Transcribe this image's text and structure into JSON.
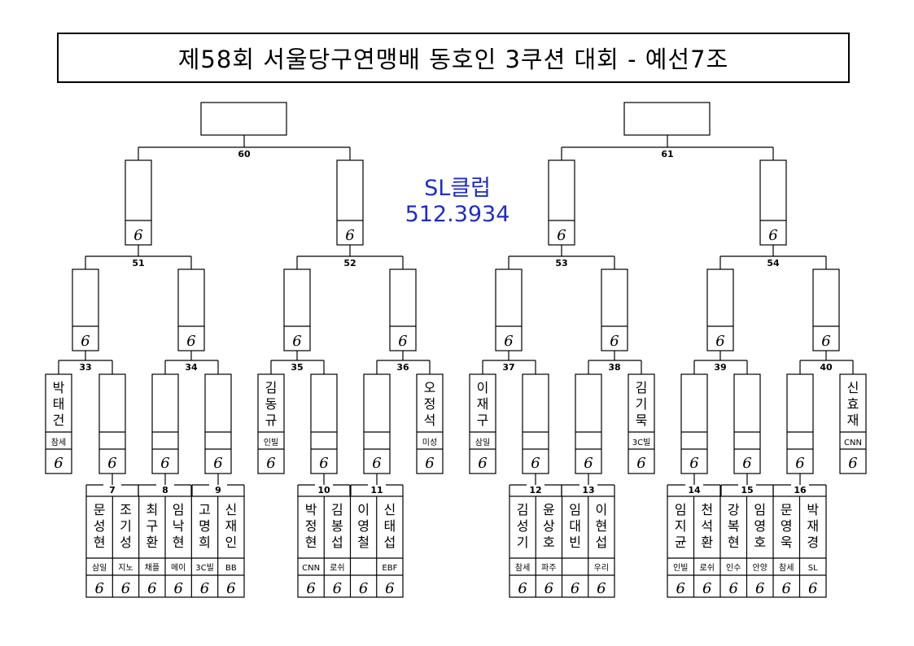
{
  "title": "제58회 서울당구연맹배 동호인 3쿠션 대회 - 예선7조",
  "sponsor": {
    "name": "SL클럽",
    "phone": "512.3934"
  },
  "score_mark": "6",
  "finals": [
    "60",
    "61"
  ],
  "semis": [
    "51",
    "52",
    "53",
    "54"
  ],
  "quarters": [
    "33",
    "34",
    "35",
    "36",
    "37",
    "38",
    "39",
    "40"
  ],
  "rounds_first": [
    "7",
    "8",
    "9",
    "10",
    "11",
    "12",
    "13",
    "14",
    "15",
    "16"
  ],
  "direct_players": [
    {
      "name": "박태건",
      "club": "참세"
    },
    {
      "name": "김동규",
      "club": "인빌"
    },
    {
      "name": "오정석",
      "club": "미성"
    },
    {
      "name": "이재구",
      "club": "삼일"
    },
    {
      "name": "김기묵",
      "club": "3C빌"
    },
    {
      "name": "신효재",
      "club": "CNN"
    }
  ],
  "pair_players": [
    {
      "name": "문성현",
      "club": "삼일"
    },
    {
      "name": "조기성",
      "club": "지노"
    },
    {
      "name": "최구환",
      "club": "채플"
    },
    {
      "name": "임낙현",
      "club": "메이"
    },
    {
      "name": "고명희",
      "club": "3C빌"
    },
    {
      "name": "신재인",
      "club": "BB"
    },
    {
      "name": "박정현",
      "club": "CNN"
    },
    {
      "name": "김봉섭",
      "club": "로쉬"
    },
    {
      "name": "이영철",
      "club": ""
    },
    {
      "name": "신태섭",
      "club": "EBF"
    },
    {
      "name": "김성기",
      "club": "참세"
    },
    {
      "name": "윤상호",
      "club": "파주"
    },
    {
      "name": "임대빈",
      "club": ""
    },
    {
      "name": "이현섭",
      "club": "우리"
    },
    {
      "name": "임지균",
      "club": "인빌"
    },
    {
      "name": "천석환",
      "club": "로쉬"
    },
    {
      "name": "강복현",
      "club": "인수"
    },
    {
      "name": "임영호",
      "club": "안양"
    },
    {
      "name": "문영욱",
      "club": "참세"
    },
    {
      "name": "박재경",
      "club": "SL"
    }
  ]
}
